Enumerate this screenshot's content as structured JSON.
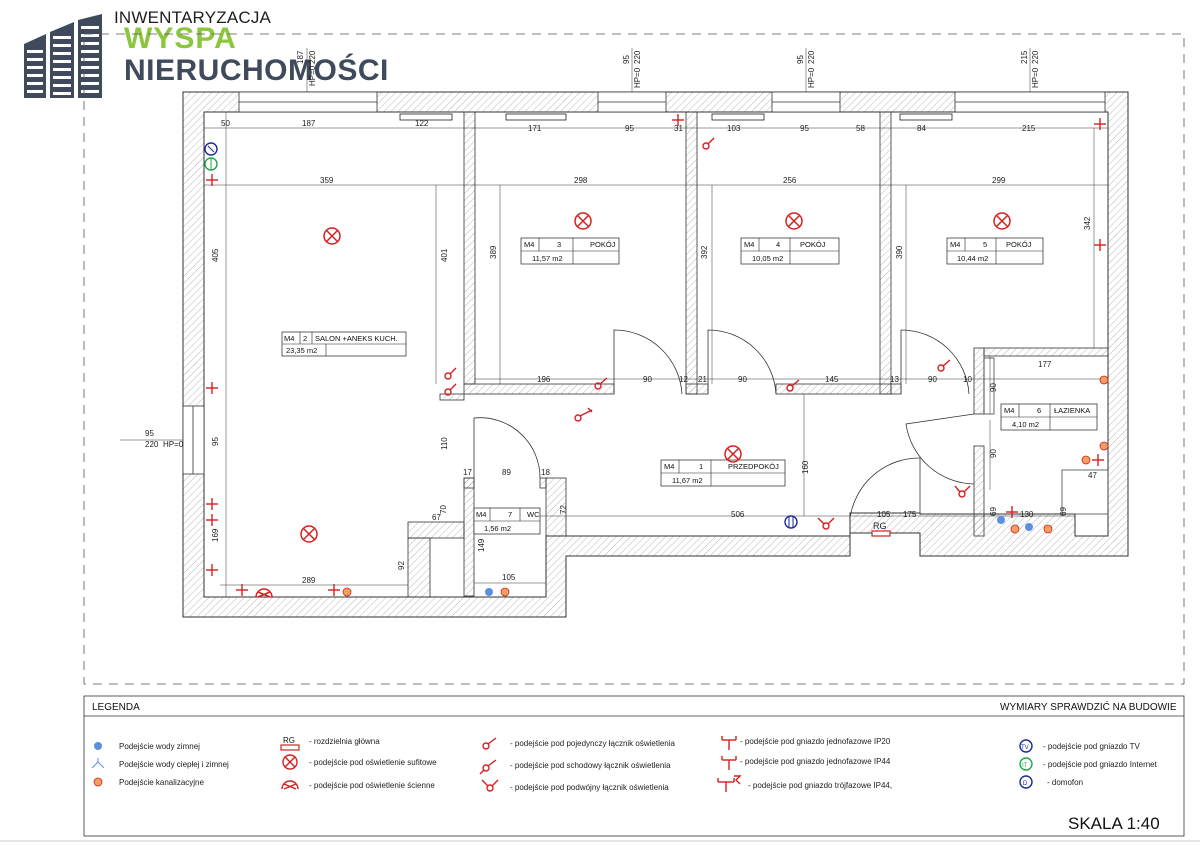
{
  "header": {
    "logo_line1": "INWENTARYZACJA",
    "logo_line2": "WYSPA",
    "logo_line3": "NIERUCHOMOŚCI",
    "brand_color": "#8cc63e",
    "brand_dark": "#3f4a5c"
  },
  "rooms": [
    {
      "code": "M4",
      "no": "2",
      "name": "SALON +ANEKS KUCH.",
      "area": "23,35 m2"
    },
    {
      "code": "M4",
      "no": "3",
      "name": "POKÓJ",
      "area": "11,57 m2"
    },
    {
      "code": "M4",
      "no": "4",
      "name": "POKÓJ",
      "area": "10,05 m2"
    },
    {
      "code": "M4",
      "no": "5",
      "name": "POKÓJ",
      "area": "10,44 m2"
    },
    {
      "code": "M4",
      "no": "1",
      "name": "PRZEDPOKÓJ",
      "area": "11,67 m2"
    },
    {
      "code": "M4",
      "no": "6",
      "name": "ŁAZIENKA",
      "area": "4,10 m2"
    },
    {
      "code": "M4",
      "no": "7",
      "name": "WC",
      "area": "1,56 m2"
    }
  ],
  "dimensions": {
    "top": [
      "50",
      "187",
      "122",
      "171",
      "95",
      "31",
      "103",
      "95",
      "58",
      "84",
      "215"
    ],
    "row2": [
      "359",
      "298",
      "256",
      "299"
    ],
    "vertical": [
      "405",
      "401",
      "389",
      "392",
      "390",
      "342",
      "110",
      "95",
      "169",
      "160",
      "90",
      "90"
    ],
    "lower": [
      "196",
      "90",
      "12",
      "21",
      "90",
      "145",
      "13",
      "90",
      "10",
      "177",
      "47"
    ],
    "bottom": [
      "17",
      "89",
      "18",
      "70",
      "67",
      "72",
      "149",
      "92",
      "289",
      "105",
      "506",
      "105",
      "175",
      "69",
      "130",
      "69"
    ],
    "window_marks": [
      {
        "w": "187",
        "h": "220",
        "hp": "HP=0"
      },
      {
        "w": "95",
        "h": "220",
        "hp": "HP=0"
      },
      {
        "w": "95",
        "h": "220",
        "hp": "HP=0"
      },
      {
        "w": "215",
        "h": "220",
        "hp": "HP=0"
      }
    ],
    "side_mark": {
      "w": "95",
      "h": "220",
      "hp": "HP=0"
    },
    "rg_label": "RG"
  },
  "legend": {
    "title": "LEGENDA",
    "note": "WYMIARY SPRAWDZIĆ NA BUDOWIE",
    "scale": "SKALA 1:40",
    "items_col1": [
      "Podejście wody zimnej",
      "Podejście wody ciepłej i zimnej",
      "Podejście kanalizacyjne"
    ],
    "items_col2": [
      "- rozdzielnia główna",
      "- podejście pod oświetlenie sufitowe",
      "- podejście pod oświetlenie ścienne"
    ],
    "items_col3": [
      "- podejście pod pojedynczy łącznik oświetlenia",
      "- podejście pod schodowy łącznik oświetlenia",
      "- podejście pod podwójny łącznik oświetlenia"
    ],
    "items_col4": [
      "- podejście pod gniazdo jednofazowe IP20",
      "- podejście pod gniazdo jednofazowe IP44",
      "- podejście pod gniazdo trójfazowe IP44,"
    ],
    "items_col5": [
      "- podejście pod gniazdo TV",
      "- podejście pod gniazdo Internet",
      "- domofon"
    ],
    "rg_symbol": "RG",
    "tv_symbol": "TV",
    "net_symbol": "IT",
    "dom_symbol": "D"
  },
  "colors": {
    "electrical": "#d42020",
    "tv": "#1a2a9c",
    "internet": "#1fa84a",
    "water": "#5b8ee0",
    "wall_fill": "#f2f2f2"
  }
}
